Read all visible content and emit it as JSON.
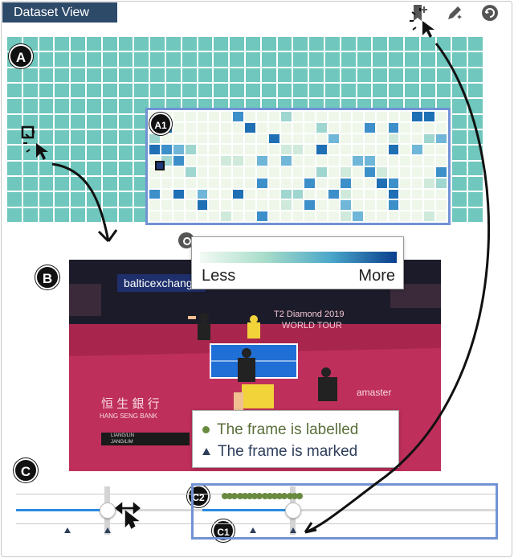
{
  "panel": {
    "title": "Dataset View"
  },
  "toolbar": {
    "icons": [
      "add-frame-icon",
      "edit-label-icon",
      "refresh-icon"
    ]
  },
  "badges": {
    "a": "A",
    "a1": "A1",
    "b": "B",
    "c": "C",
    "c1": "C1",
    "c2": "C2"
  },
  "color_legend": {
    "low_label": "Less",
    "high_label": "More",
    "gradient": [
      "#f3faf4",
      "#a7dcc9",
      "#4aa7c9",
      "#0a3d8e"
    ]
  },
  "frame_legend": {
    "labelled": "The frame is labelled",
    "marked": "The frame is marked",
    "labelled_color": "#6a8a3f",
    "marked_color": "#2e3f5c"
  },
  "video": {
    "banner_text": "balticexchange",
    "tour_line1": "T2 Diamond 2019",
    "tour_line2": "WORLD TOUR",
    "sponsor_cn": "恒 生 銀 行",
    "sponsor_en": "HANG SENG BANK",
    "brand_right": "amaster",
    "score_row1": "LIANG/LIN",
    "score_row2": "JANG/LIM"
  },
  "colors": {
    "grid_cell": "#6fc7bd",
    "selection_border": "#7193d4",
    "slider_fill": "#2a8be0",
    "title_bg": "#2e4a69"
  },
  "slider": {
    "c_progress": 0.6,
    "c1_progress": 0.38
  }
}
